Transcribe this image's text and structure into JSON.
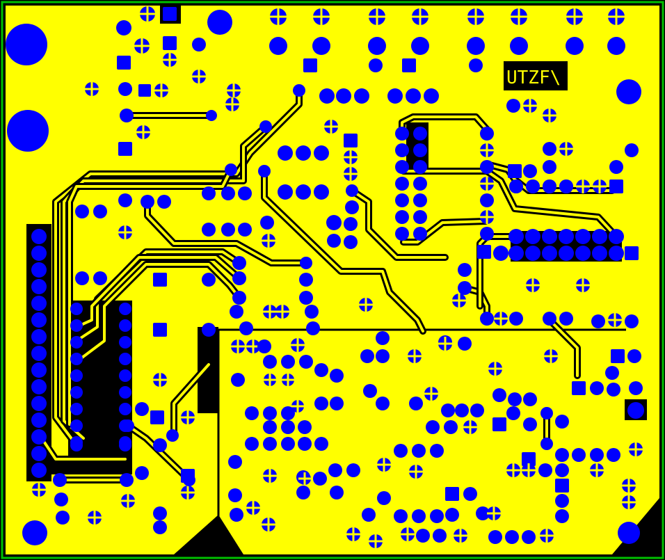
{
  "view": {
    "title": "",
    "layer": "bottom-copper"
  },
  "colors": {
    "copper_fill": "#ffff00",
    "pad": "#0000ff",
    "clearance": "#000000",
    "outline": "#00c000",
    "label_bg": "#000000",
    "label_fg": "#ffff00"
  },
  "silkscreen": {
    "ref_label": "UTZF\\"
  },
  "icons": {
    "pad": "circle-pad",
    "square_pad": "square-pad",
    "thermal": "thermal-relief-pad"
  }
}
